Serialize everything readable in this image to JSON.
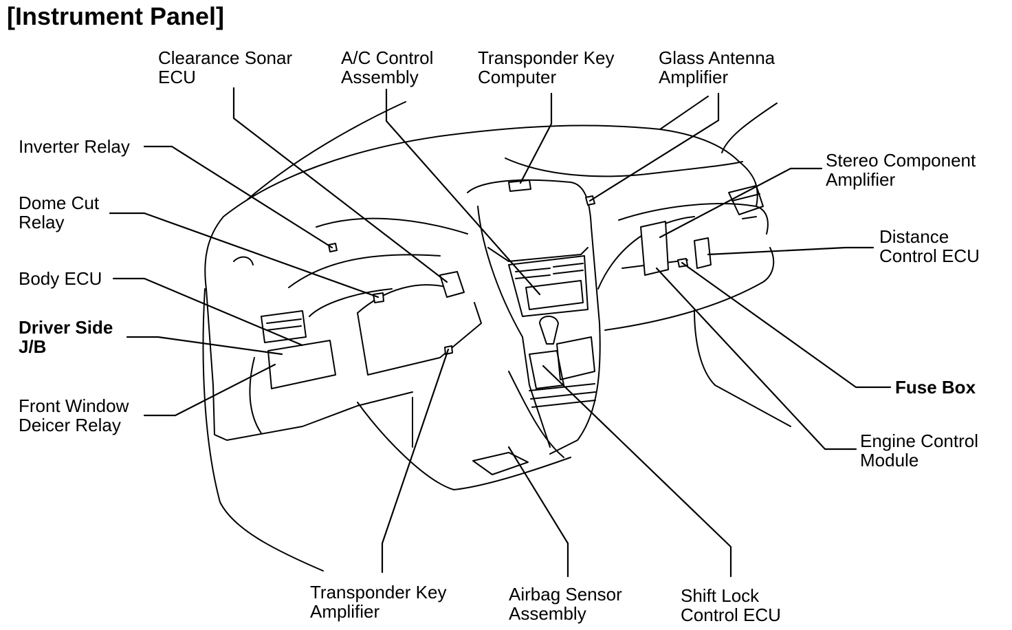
{
  "title": "[Instrument Panel]",
  "labels": {
    "clearance_sonar_ecu": [
      "Clearance Sonar",
      "ECU"
    ],
    "ac_control_assembly": [
      "A/C Control",
      "Assembly"
    ],
    "transponder_key_computer": [
      "Transponder Key",
      "Computer"
    ],
    "glass_antenna_amplifier": [
      "Glass Antenna",
      "Amplifier"
    ],
    "inverter_relay": [
      "Inverter Relay"
    ],
    "dome_cut_relay": [
      "Dome Cut",
      "Relay"
    ],
    "body_ecu": [
      "Body ECU"
    ],
    "driver_side_jb": [
      "Driver Side",
      "J/B"
    ],
    "front_window_deicer_relay": [
      "Front Window",
      "Deicer Relay"
    ],
    "stereo_component_amplifier": [
      "Stereo Component",
      "Amplifier"
    ],
    "distance_control_ecu": [
      "Distance",
      "Control ECU"
    ],
    "fuse_box": [
      "Fuse Box"
    ],
    "engine_control_module": [
      "Engine Control",
      "Module"
    ],
    "transponder_key_amplifier": [
      "Transponder Key",
      "Amplifier"
    ],
    "airbag_sensor_assembly": [
      "Airbag Sensor",
      "Assembly"
    ],
    "shift_lock_control_ecu": [
      "Shift Lock",
      "Control ECU"
    ]
  }
}
